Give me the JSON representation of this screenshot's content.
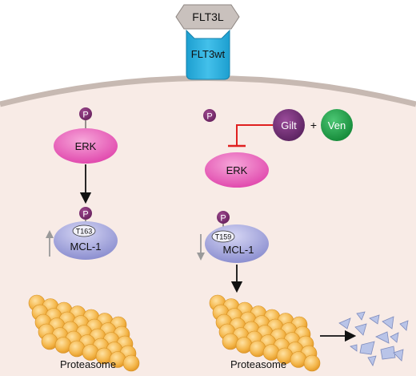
{
  "ligand": {
    "label": "FLT3L"
  },
  "receptor": {
    "label": "FLT3wt"
  },
  "left_panel": {
    "phospho_top": "P",
    "erk": "ERK",
    "phospho_mcl": "P",
    "site": "T163",
    "mcl1": "MCL-1",
    "trend": "up",
    "proteasome": "Proteasome"
  },
  "right_panel": {
    "phospho_free": "P",
    "drug1": "Gilt",
    "plus": "+",
    "drug2": "Ven",
    "erk": "ERK",
    "phospho_mcl": "P",
    "site": "T159",
    "mcl1": "MCL-1",
    "trend": "down",
    "proteasome": "Proteasome"
  },
  "colors": {
    "cell_interior": "#f8ebe6",
    "membrane": "#c7b9b2",
    "receptor": "#2bb0dd",
    "ligand": "#c9c1bd",
    "phospho": "#7b2d6d",
    "erk": "#e456b2",
    "mcl1": "#9b9ed8",
    "gilt": "#6e2f73",
    "ven": "#20a04a",
    "inhibition": "#e02020",
    "proteasome_dark": "#f0a830",
    "proteasome_light": "#f8c66a",
    "fragments": "#b9c4e8"
  }
}
